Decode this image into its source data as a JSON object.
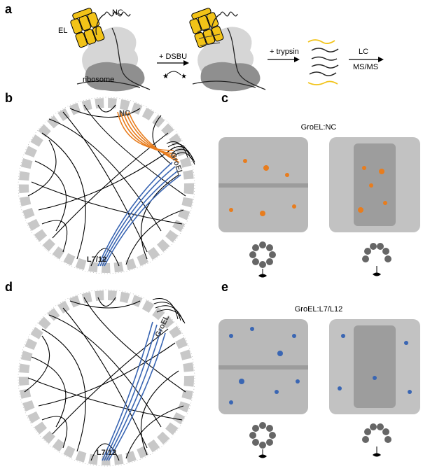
{
  "panels": {
    "a": {
      "letter": "a",
      "labels": {
        "nc": "NC",
        "el": "EL",
        "ribosome": "ribosome",
        "dsbu": "+ DSBU",
        "trypsin": "+ trypsin",
        "lc": "LC",
        "msms": "MS/MS"
      }
    },
    "b": {
      "letter": "b",
      "protein_labels": [
        "NC",
        "GroEL",
        "L7/12"
      ]
    },
    "c": {
      "letter": "c",
      "title": "GroEL:NC"
    },
    "d": {
      "letter": "d",
      "protein_labels": [
        "GroEL",
        "L7/12"
      ]
    },
    "e": {
      "letter": "e",
      "title": "GroEL:L7/L12"
    }
  },
  "colors": {
    "groel_yellow": "#f2c318",
    "nc_crosslink": "#e87d1e",
    "l712_crosslink": "#3a66b3",
    "ring_gray": "#c8c8c8",
    "surface_gray": "#b9b9b9",
    "ribosome_gray": "#9a9a9a"
  },
  "icons": [
    "groel-barrel-icon",
    "ribosome-icon",
    "arrow-icon",
    "eye-icon",
    "ring-schematic-icon"
  ]
}
